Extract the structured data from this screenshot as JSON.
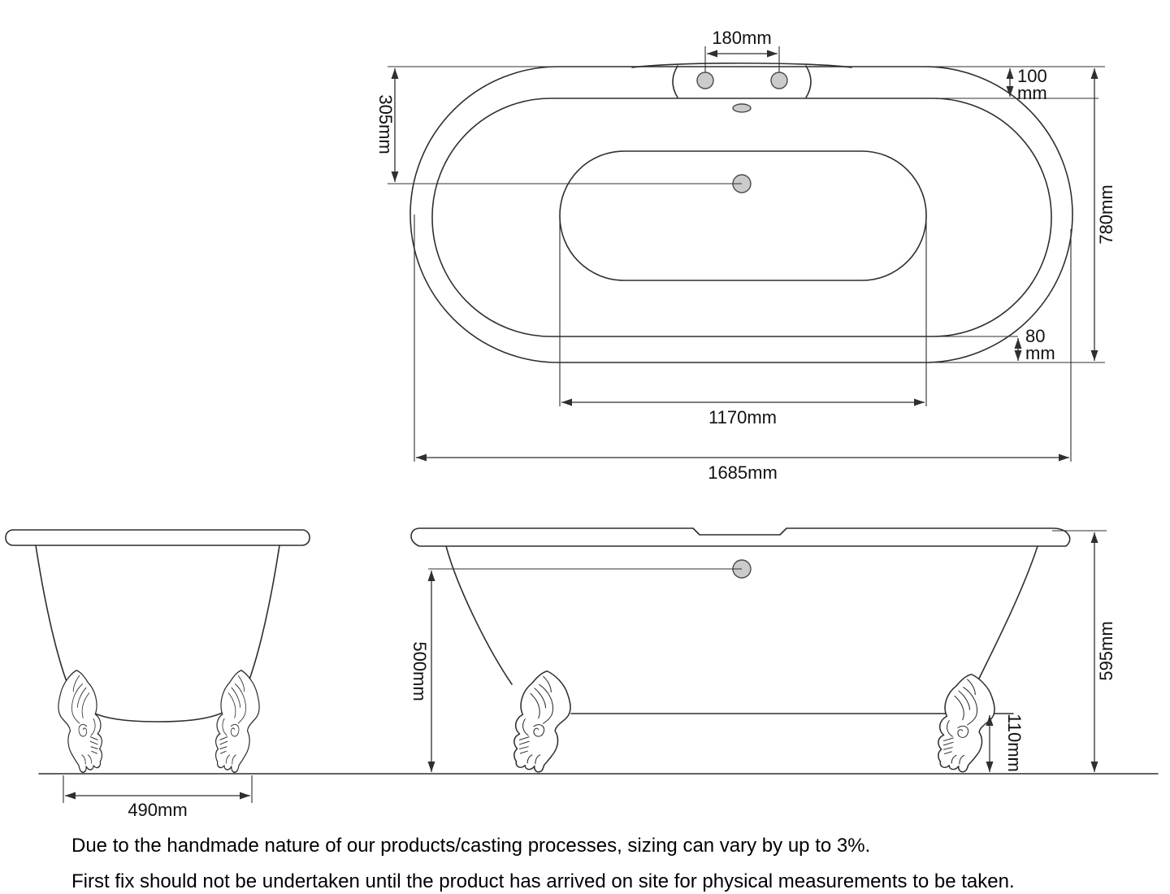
{
  "drawing": {
    "type": "bathtub-technical-drawing",
    "views": [
      "top-plan",
      "front-elevation",
      "side-elevation"
    ]
  },
  "dimensions": {
    "tap_hole_spacing": "180mm",
    "drain_center_from_rim": "305mm",
    "rim_width_top": {
      "value": "100",
      "unit": "mm"
    },
    "overall_width": "780mm",
    "rim_width_bottom": {
      "value": "80",
      "unit": "mm"
    },
    "basin_length": "1170mm",
    "overall_length": "1685mm",
    "feet_spacing": "490mm",
    "inner_rim_to_floor": "500mm",
    "ground_clearance": "110mm",
    "overall_height": "595mm"
  },
  "notes": {
    "line_1": "Due to the handmade nature of our products/casting processes, sizing can vary by up to 3%.",
    "line_2": "First fix should not be undertaken until the product has arrived on site for physical measurements to be taken."
  },
  "colors": {
    "line": "#2f2f2f",
    "hole_fill": "#cbcbcb",
    "background": "#ffffff"
  }
}
